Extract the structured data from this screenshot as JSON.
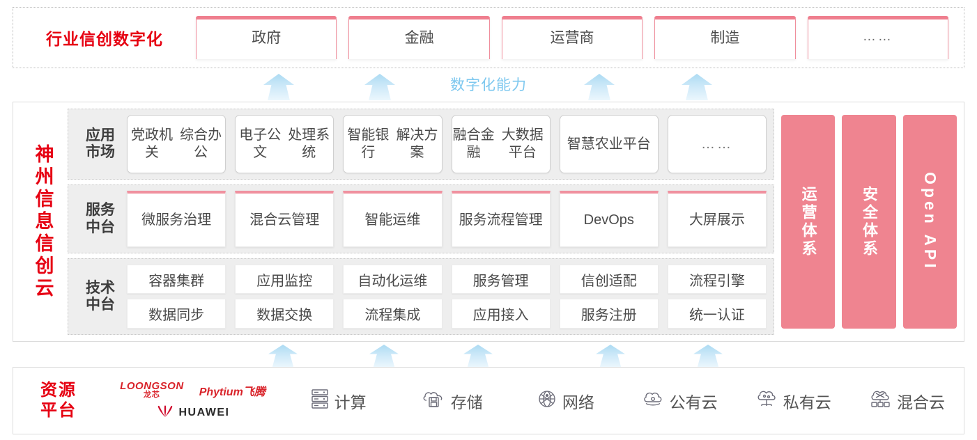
{
  "industry": {
    "title": "行业信创数字化",
    "tabs": [
      {
        "label": "政府"
      },
      {
        "label": "金融"
      },
      {
        "label": "运营商"
      },
      {
        "label": "制造"
      },
      {
        "label": "……"
      }
    ]
  },
  "capability_label": "数字化能力",
  "cloud": {
    "vertical_title": "神州信息信创云",
    "layers": [
      {
        "name_lines": [
          "应用",
          "市场"
        ],
        "type": "app",
        "cards": [
          "党政机关\n综合办公",
          "电子公文\n处理系统",
          "智能银行\n解决方案",
          "融合金融\n大数据平台",
          "智慧农业\n平台",
          "……"
        ]
      },
      {
        "name_lines": [
          "服务",
          "中台"
        ],
        "type": "service",
        "cards": [
          "微服务\n治理",
          "混合云\n管理",
          "智能运维",
          "服务流程\n管理",
          "DevOps",
          "大屏展示"
        ]
      },
      {
        "name_lines": [
          "技术",
          "中台"
        ],
        "type": "tech",
        "rows": [
          [
            "容器集群",
            "应用监控",
            "自动化运维",
            "服务管理",
            "信创适配",
            "流程引擎"
          ],
          [
            "数据同步",
            "数据交换",
            "流程集成",
            "应用接入",
            "服务注册",
            "统一认证"
          ]
        ]
      }
    ],
    "pillars": [
      {
        "label": "运营体系"
      },
      {
        "label": "安全体系"
      },
      {
        "label": "Open API"
      }
    ]
  },
  "resource": {
    "title_lines": [
      "资源",
      "平台"
    ],
    "vendors": {
      "loongson_en": "LOONGSON",
      "loongson_cn": "龙芯",
      "phytium": "Phytium飞腾",
      "huawei": "HUAWEI"
    },
    "items": [
      {
        "label": "计算",
        "icon": "server-icon"
      },
      {
        "label": "存储",
        "icon": "cloud-storage-icon"
      },
      {
        "label": "网络",
        "icon": "network-globe-icon"
      },
      {
        "label": "公有云",
        "icon": "public-cloud-icon"
      },
      {
        "label": "私有云",
        "icon": "private-cloud-icon"
      },
      {
        "label": "混合云",
        "icon": "hybrid-cloud-icon"
      }
    ]
  },
  "colors": {
    "brand_red": "#e60012",
    "pink": "#ef8490",
    "arrow_blue": "#a8d9f2",
    "capability_blue": "#7ec8ef"
  },
  "arrows": {
    "upper_x": [
      378,
      523,
      838,
      978
    ],
    "lower_x": [
      385,
      530,
      665,
      855,
      995
    ]
  }
}
